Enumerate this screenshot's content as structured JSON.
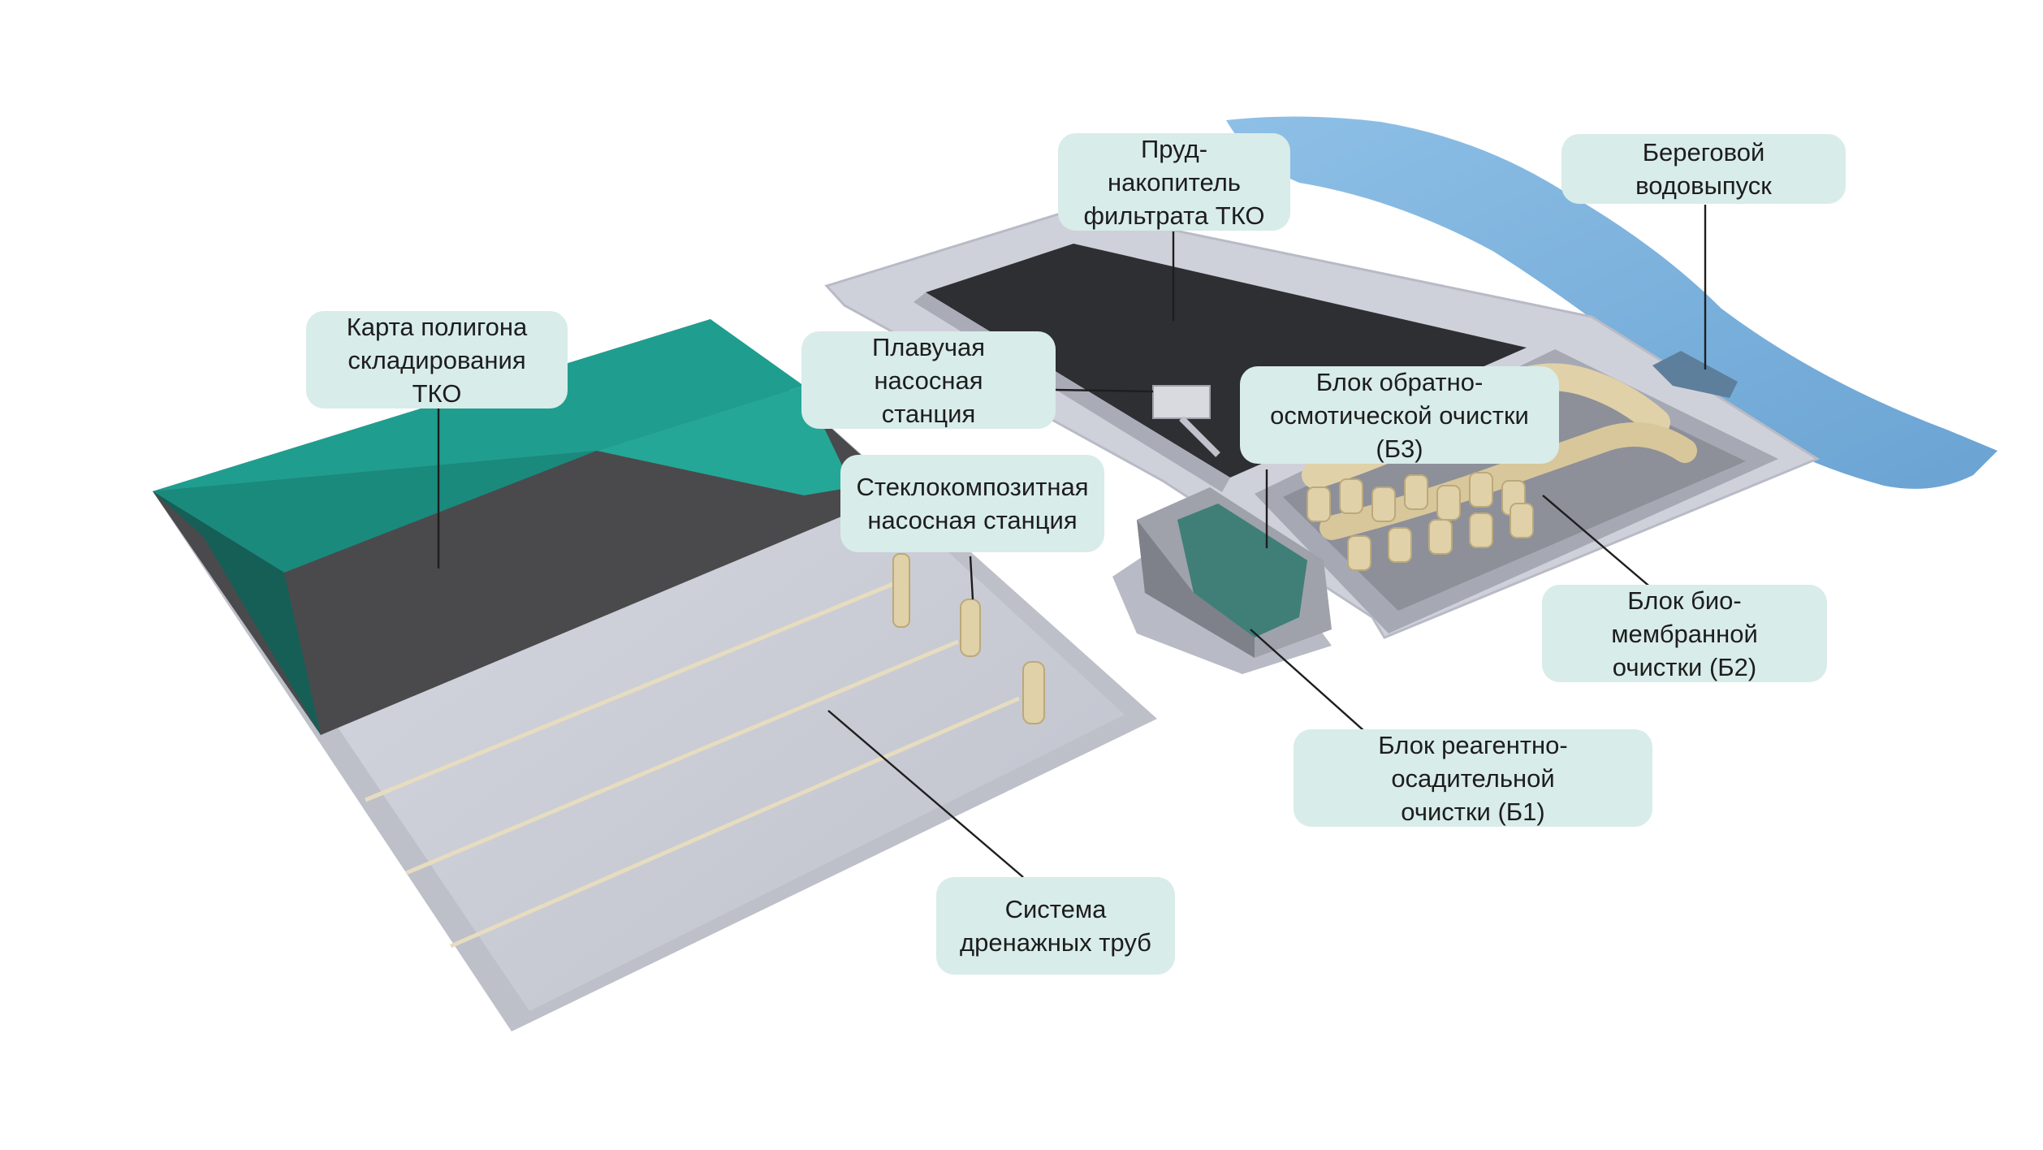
{
  "diagram": {
    "labels": {
      "landfill_map": [
        "Карта полигона",
        "складирования ТКО"
      ],
      "leachate_pond": [
        "Пруд-накопитель",
        "фильтрата ТКО"
      ],
      "shore_outlet": [
        "Береговой водовыпуск"
      ],
      "floating_pump": [
        "Плавучая насосная",
        "станция"
      ],
      "reverse_osmosis": [
        "Блок обратно-",
        "осмотической очистки (Б3)"
      ],
      "fiberglass_pump": [
        "Стеклокомпозитная",
        "насосная станция"
      ],
      "bio_membrane": [
        "Блок био-мембранной",
        "очистки (Б2)"
      ],
      "reagent_sedimentation": [
        "Блок реагентно-осадительной",
        "очистки (Б1)"
      ],
      "drainage": [
        "Система",
        "дренажных труб"
      ]
    },
    "colors": {
      "callout_bg": "#d8ece9",
      "leader_line": "#1e1e1e",
      "cover_teal": "#1f9e8f",
      "cover_dark_teal": "#155f56",
      "waste_surface": "#4a4a4c",
      "basin_concrete": "#c9cbd4",
      "pond_water": "#2e2f33",
      "river": "#7fb2dc",
      "pipes": "#e0d1a8"
    }
  }
}
